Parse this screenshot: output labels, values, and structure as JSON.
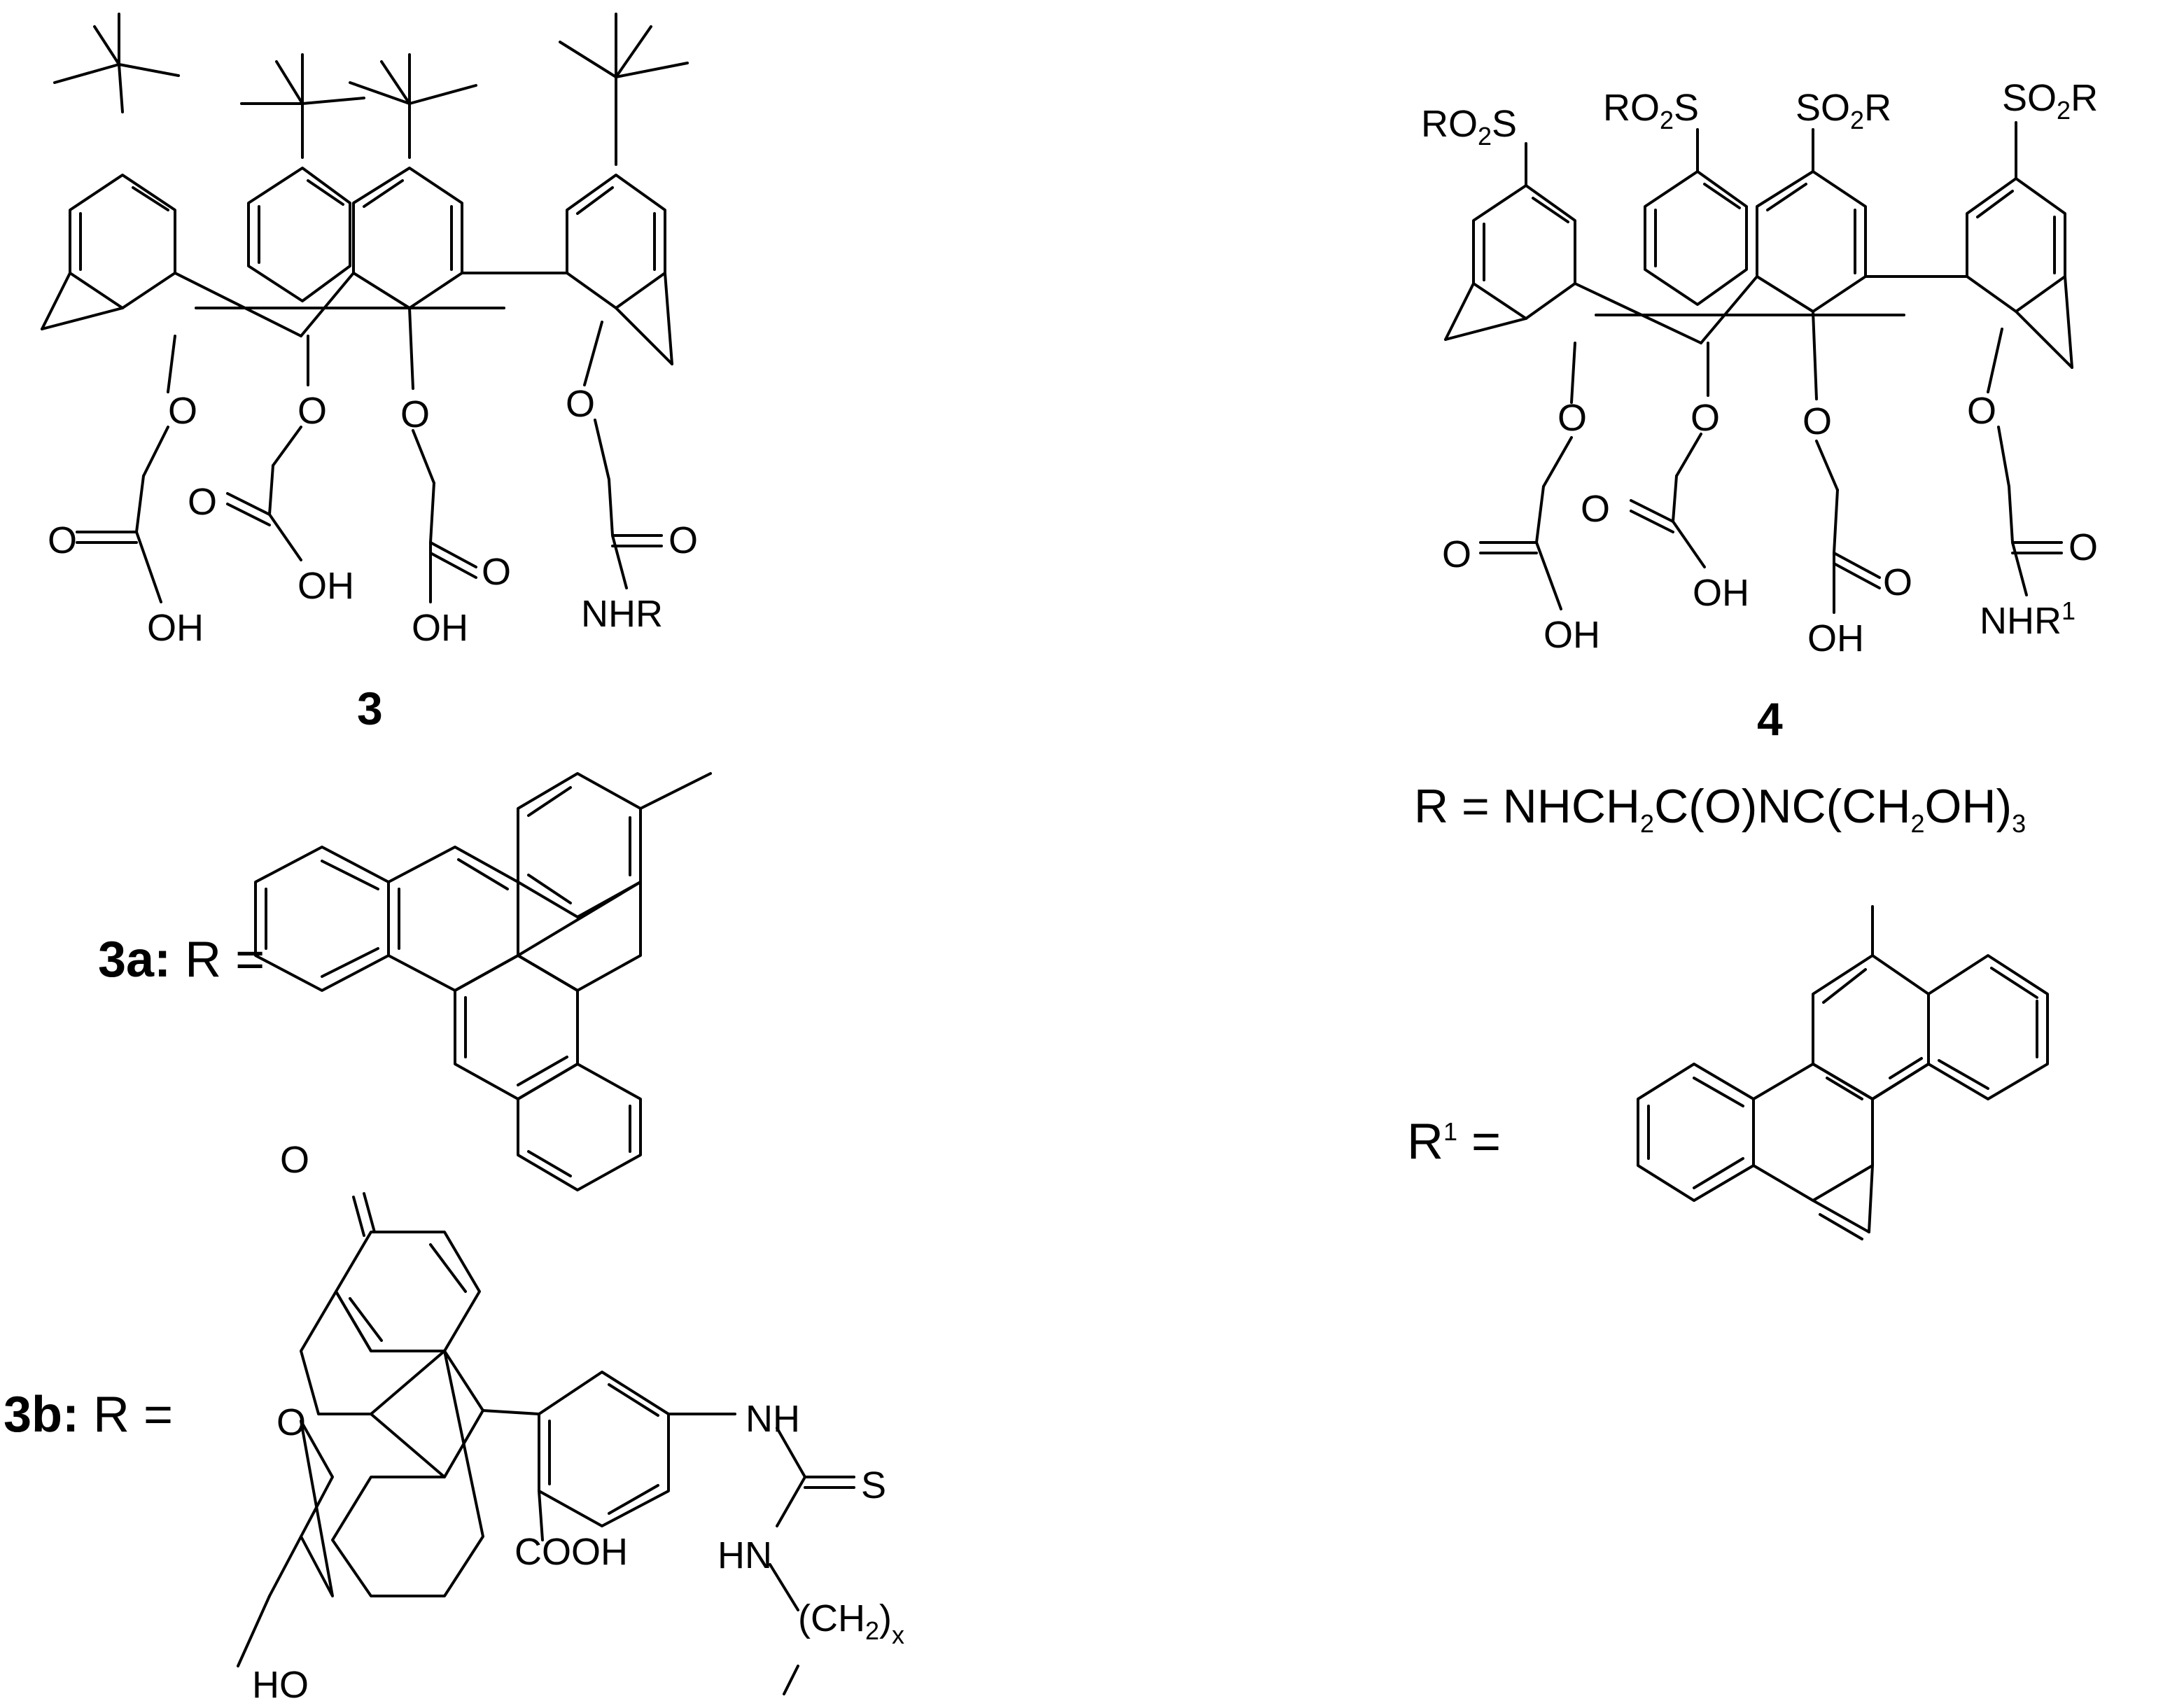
{
  "compound_3": {
    "label": "3",
    "o_labels": [
      "O",
      "O",
      "O",
      "O"
    ],
    "carbonyl_o": [
      "O",
      "O",
      "O",
      "O"
    ],
    "oh_labels": [
      "OH",
      "OH",
      "OH"
    ],
    "amide_label": "NHR"
  },
  "compound_4": {
    "label": "4",
    "sulfonyl": {
      "s1_main": "RO",
      "s1_sub": "2",
      "s1_end": "S",
      "s2_main": "RO",
      "s2_sub": "2",
      "s2_end": "S",
      "s3_main": "SO",
      "s3_sub": "2",
      "s3_end": "R",
      "s4_main": "SO",
      "s4_sub": "2",
      "s4_end": "R"
    },
    "o_labels": [
      "O",
      "O",
      "O",
      "O"
    ],
    "carbonyl_o": [
      "O",
      "O",
      "O",
      "O"
    ],
    "oh_labels": [
      "OH",
      "OH",
      "OH"
    ],
    "amide_main": "NHR",
    "amide_sup": "1",
    "r_def": {
      "p1": "R = NHCH",
      "s1": "2",
      "p2": "C(O)NC(CH",
      "s2": "2",
      "p3": "OH)",
      "s3": "3"
    }
  },
  "r_3a": {
    "bold": "3a:",
    "text": " R ="
  },
  "r_3b": {
    "bold": "3b:",
    "text": " R =",
    "atoms": {
      "keto_o": "O",
      "ring_o": "O",
      "nh1": "NH",
      "s": "S",
      "cooh": "COOH",
      "nh2": "HN",
      "chain_main": "(CH",
      "chain_sub": "2",
      "chain_end": ")",
      "chain_x": "x",
      "ho": "HO"
    }
  },
  "r1_def": {
    "main": "R",
    "sup": "1",
    "eq": " ="
  }
}
